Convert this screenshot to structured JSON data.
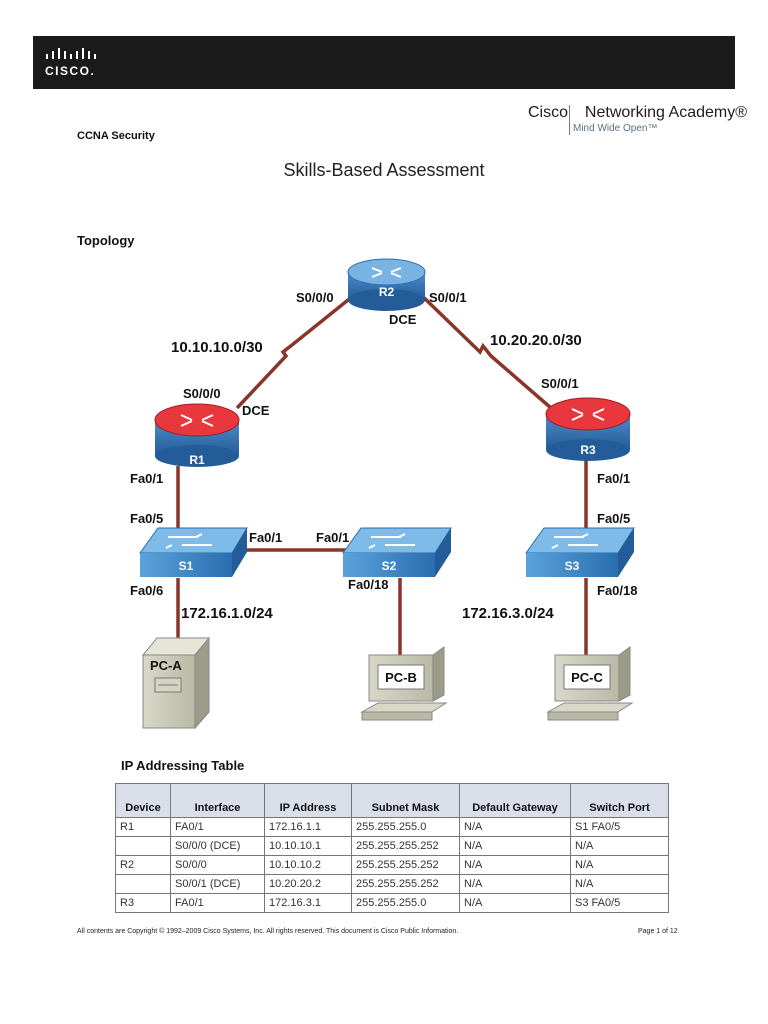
{
  "header": {
    "logo_text": "CISCO.",
    "academy_name": "Cisco | Networking Academy®",
    "academy_brand": "Cisco",
    "academy_title": "Networking Academy®",
    "academy_tagline": "Mind Wide Open™"
  },
  "course": "CCNA Security",
  "title": "Skills-Based Assessment",
  "topology": {
    "heading": "Topology",
    "devices": {
      "r1": "R1",
      "r2": "R2",
      "r3": "R3",
      "s1": "S1",
      "s2": "S2",
      "s3": "S3",
      "pca": "PC-A",
      "pcb": "PC-B",
      "pcc": "PC-C"
    },
    "interfaces": {
      "r2_left": "S0/0/0",
      "r2_right": "S0/0/1",
      "r2_dce": "DCE",
      "r1_serial": "S0/0/0",
      "r1_dce": "DCE",
      "r1_fa": "Fa0/1",
      "s1_up": "Fa0/5",
      "s1_right": "Fa0/1",
      "s1_down": "Fa0/6",
      "s2_left": "Fa0/1",
      "s2_down": "Fa0/18",
      "r3_serial": "S0/0/1",
      "r3_fa": "Fa0/1",
      "s3_up": "Fa0/5",
      "s3_down": "Fa0/18"
    },
    "networks": {
      "wan_left": "10.10.10.0/30",
      "wan_right": "10.20.20.0/30",
      "lan_left": "172.16.1.0/24",
      "lan_right": "172.16.3.0/24"
    },
    "colors": {
      "link": "#8b3528",
      "router_top": "#6aa8d8",
      "router_body": "#2f6fb0",
      "router_r1_top": "#e8383d",
      "switch": "#3a86c8"
    }
  },
  "ip_table": {
    "heading": "IP Addressing Table",
    "headers": [
      "Device",
      "Interface",
      "IP Address",
      "Subnet Mask",
      "Default Gateway",
      "Switch Port"
    ],
    "rows": [
      [
        "R1",
        "FA0/1",
        "172.16.1.1",
        "255.255.255.0",
        "N/A",
        "S1 FA0/5"
      ],
      [
        "",
        "S0/0/0 (DCE)",
        "10.10.10.1",
        "255.255.255.252",
        "N/A",
        "N/A"
      ],
      [
        "R2",
        "S0/0/0",
        "10.10.10.2",
        "255.255.255.252",
        "N/A",
        "N/A"
      ],
      [
        "",
        "S0/0/1 (DCE)",
        "10.20.20.2",
        "255.255.255.252",
        "N/A",
        "N/A"
      ],
      [
        "R3",
        "FA0/1",
        "172.16.3.1",
        "255.255.255.0",
        "N/A",
        "S3 FA0/5"
      ]
    ]
  },
  "footer": {
    "copyright": "All contents are Copyright © 1992–2009 Cisco Systems, Inc. All rights reserved. This document is Cisco Public Information.",
    "page": "Page 1 of 12"
  }
}
